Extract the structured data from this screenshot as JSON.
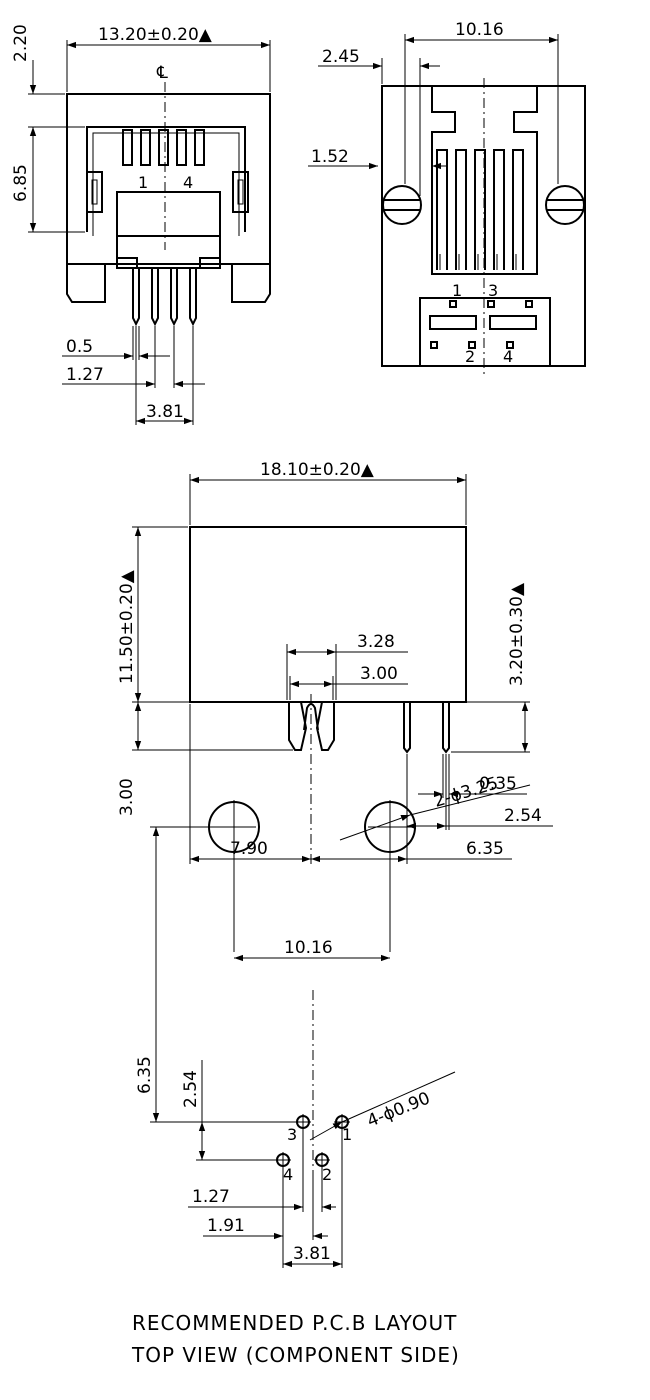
{
  "front_view": {
    "width": "13.20±0.20▲",
    "top_offset": "2.20",
    "height": "6.85",
    "centerline": "℄",
    "pin_first": "1",
    "pin_last": "4",
    "pin_width": "0.5",
    "pin_pitch": "1.27",
    "pin_span": "3.81"
  },
  "top_view": {
    "post_pitch": "10.16",
    "offset_a": "2.45",
    "offset_b": "1.52",
    "pins": [
      "1",
      "3",
      "2",
      "4"
    ]
  },
  "side_view": {
    "width": "18.10±0.20▲",
    "height": "11.50±0.20▲",
    "pin_height": "3.20±0.30▲",
    "post_outer": "3.28",
    "post_inner": "3.00",
    "post_len": "3.00",
    "pin_dia": "0.35",
    "pin_pitch": "2.54",
    "post_to_center": "7.90",
    "center_to_pin": "6.35"
  },
  "pcb_layout": {
    "post_pitch": "10.16",
    "post_holes": "2-ϕ3.25",
    "pin_holes": "4-ϕ0.90",
    "row_offset": "6.35",
    "row_pitch": "2.54",
    "pin_pitch": "1.27",
    "pin_offset": "1.91",
    "pin_span": "3.81",
    "pins": [
      "3",
      "1",
      "4",
      "2"
    ],
    "caption_line1": "RECOMMENDED P.C.B LAYOUT",
    "caption_line2": "TOP VIEW (COMPONENT SIDE)"
  }
}
